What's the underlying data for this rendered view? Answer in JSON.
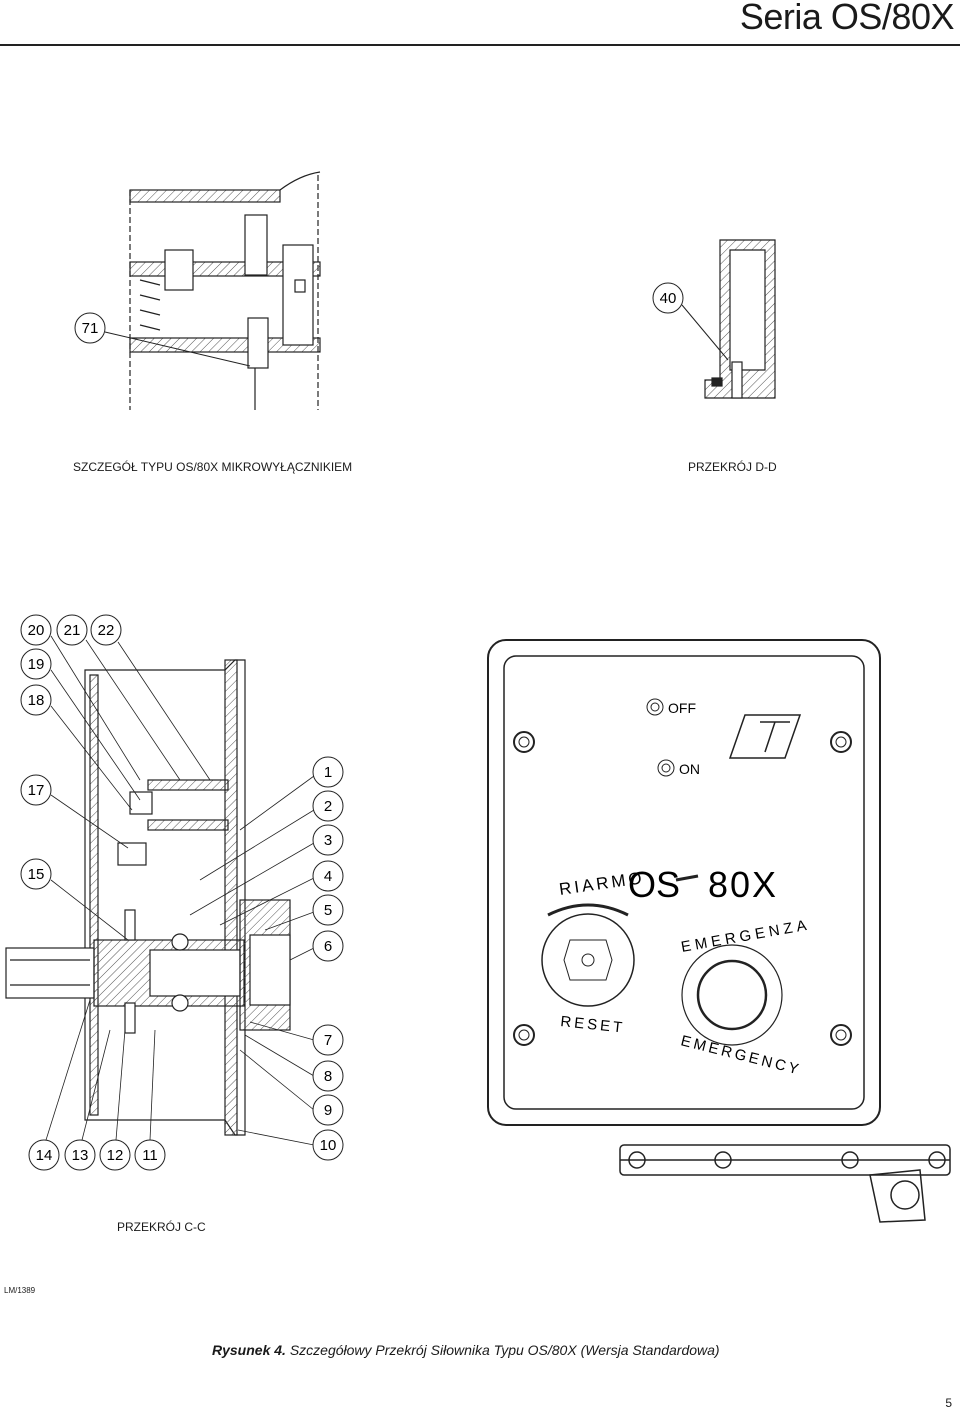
{
  "header": {
    "title": "Seria OS/80X"
  },
  "figures": {
    "detail_top_left": {
      "caption": "SZCZEGÓŁ TYPU OS/80X MIKROWYŁĄCZNIKIEM",
      "callouts": [
        "71"
      ]
    },
    "section_dd": {
      "caption": "PRZEKRÓJ D-D",
      "callouts": [
        "40"
      ]
    },
    "section_cc": {
      "caption": "PRZEKRÓJ C-C",
      "callouts_left": [
        "20",
        "21",
        "22",
        "19",
        "18",
        "17",
        "15"
      ],
      "callouts_right": [
        "1",
        "2",
        "3",
        "4",
        "5",
        "6",
        "7",
        "8",
        "9",
        "10"
      ],
      "callouts_bottom": [
        "14",
        "13",
        "12",
        "11"
      ]
    },
    "front_view": {
      "labels": {
        "off": "OFF",
        "on": "ON",
        "riarmo": "RIARMO",
        "model_os": "OS",
        "model_num": "80X",
        "emergenza": "EMERGENZA",
        "reset": "RESET",
        "emergency": "EMERGENCY"
      }
    }
  },
  "drawing_ref": "LM/1389",
  "figure_caption": {
    "label": "Rysunek 4.",
    "text": "Szczegółowy Przekrój Siłownika Typu OS/80X (Wersja Standardowa)"
  },
  "page_number": "5"
}
